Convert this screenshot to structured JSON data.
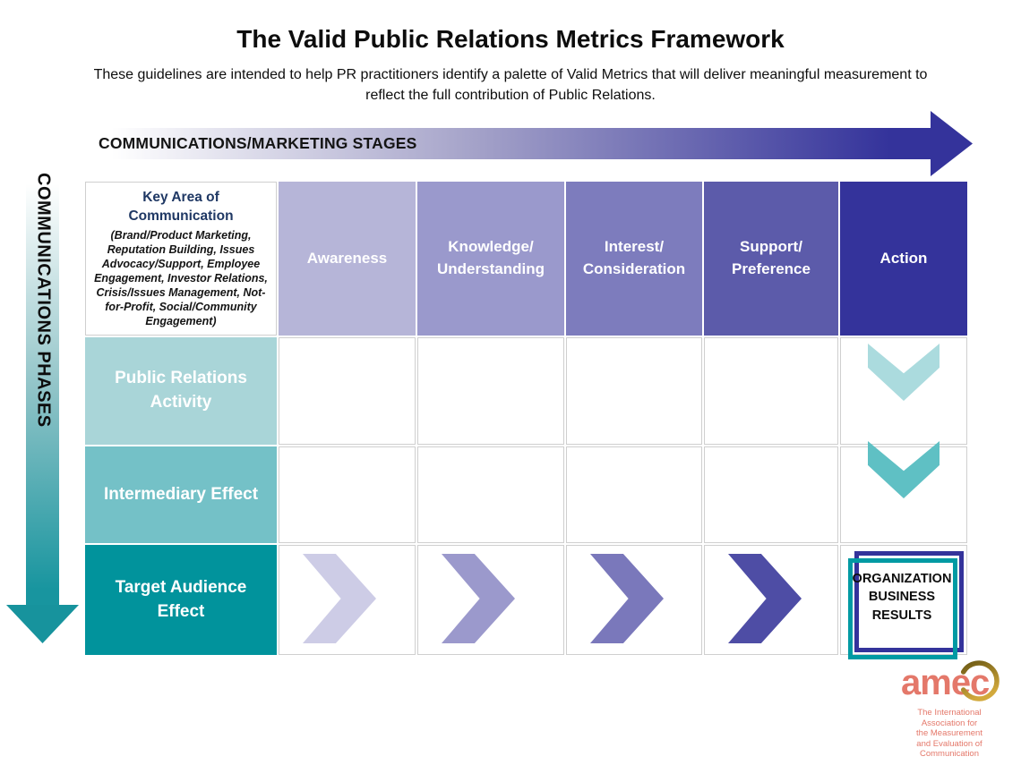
{
  "title": "The Valid Public Relations Metrics Framework",
  "subtitle": "These guidelines are intended to help PR practitioners identify a palette of Valid Metrics that will deliver meaningful measurement to\nreflect the full contribution of Public Relations.",
  "stages_axis": {
    "label": "COMMUNICATIONS/MARKETING STAGES",
    "arrow_end_color": "#34339b"
  },
  "phases_axis": {
    "label": "COMMUNICATIONS PHASES",
    "arrow_end_color": "#18959f"
  },
  "matrix": {
    "corner": {
      "title": "Key Area of\nCommunication",
      "subtitle": "(Brand/Product Marketing,\nReputation Building, Issues\nAdvocacy/Support, Employee\nEngagement, Investor Relations,\nCrisis/Issues Management, Not-\nfor-Profit, Social/Community\nEngagement)"
    },
    "stages": [
      {
        "label": "Awareness",
        "color": "#b6b5d8"
      },
      {
        "label": "Knowledge/\nUnderstanding",
        "color": "#9a99cc"
      },
      {
        "label": "Interest/\nConsideration",
        "color": "#7d7cbd"
      },
      {
        "label": "Support/\nPreference",
        "color": "#5c5baa"
      },
      {
        "label": "Action",
        "color": "#34339b"
      }
    ],
    "phases": [
      {
        "label": "Public Relations\nActivity",
        "color": "#a9d5d8"
      },
      {
        "label": "Intermediary Effect",
        "color": "#74c1c7"
      },
      {
        "label": "Target Audience\nEffect",
        "color": "#01939c"
      }
    ],
    "flow_chevrons_right": [
      "#cdcce6",
      "#9b99cc",
      "#7a78bb",
      "#4e4da5"
    ],
    "flow_chevrons_down": [
      "#abdbde",
      "#5fc0c4"
    ],
    "result_box": {
      "label": "ORGANIZATION\nBUSINESS\nRESULTS",
      "outer_border_color": "#34339b",
      "inner_border_color": "#019aa3"
    }
  },
  "logo": {
    "brand": "amec",
    "brand_color": "#e4786a",
    "tagline": "The International\nAssociation for\nthe Measurement\nand Evaluation of\nCommunication"
  }
}
